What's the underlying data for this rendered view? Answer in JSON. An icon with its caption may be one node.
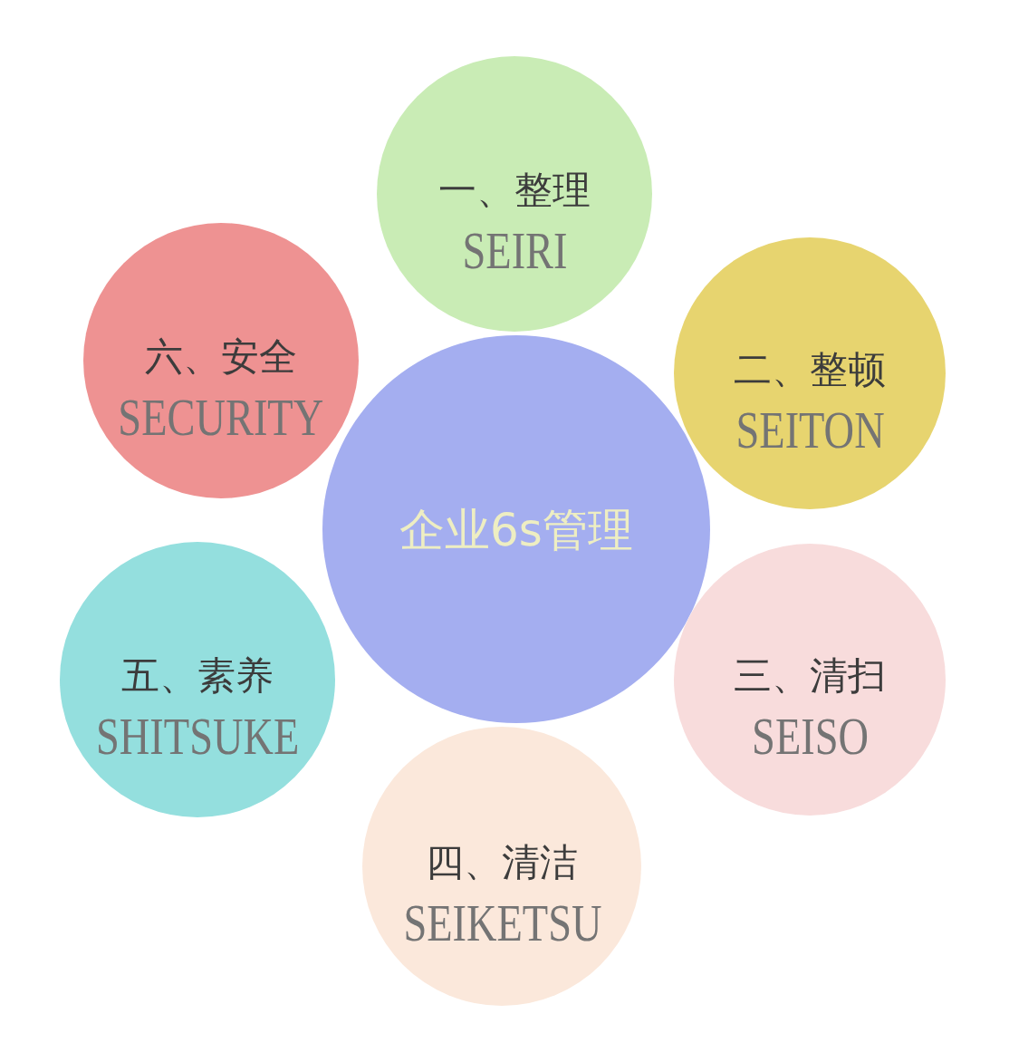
{
  "diagram": {
    "nodes": [
      {
        "text": [
          "企业6s管理"
        ]
      },
      {
        "text": [
          "一、整理",
          "SEIRI"
        ]
      },
      {
        "text": [
          "二、整顿",
          "SEITON"
        ]
      },
      {
        "text": [
          "三、清扫",
          "SEISO"
        ]
      },
      {
        "text": [
          "四、清洁",
          "SEIKETSU"
        ]
      },
      {
        "text": [
          "五、素养",
          "SHITSUKE"
        ]
      },
      {
        "text": [
          "六、安全",
          "SECURITY"
        ]
      }
    ]
  }
}
